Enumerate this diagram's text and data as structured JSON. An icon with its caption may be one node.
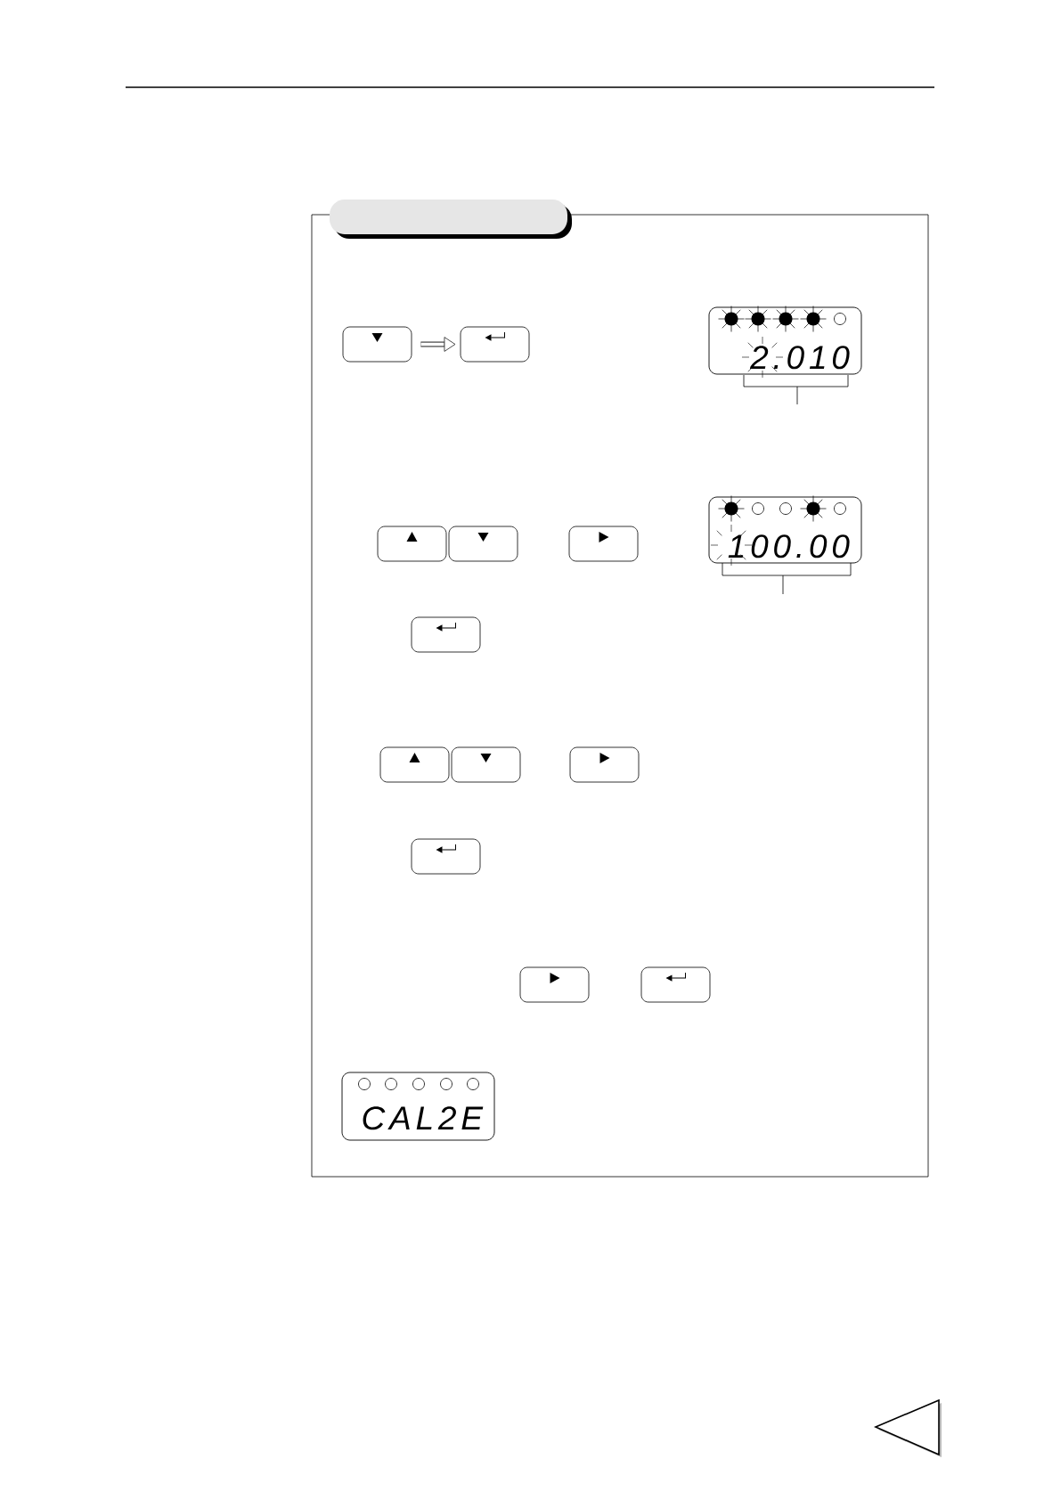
{
  "diagram": {
    "nodes": [
      {
        "text": [],
        "shape": "box"
      },
      {
        "text": [],
        "shape": "box"
      },
      {
        "text": [
          "2.010"
        ]
      },
      {
        "text": [
          "100.00"
        ]
      },
      {
        "text": [
          "CAL2E"
        ]
      }
    ],
    "edges": [
      {
        "from": 0,
        "to": 1,
        "arrow": "to"
      }
    ]
  }
}
